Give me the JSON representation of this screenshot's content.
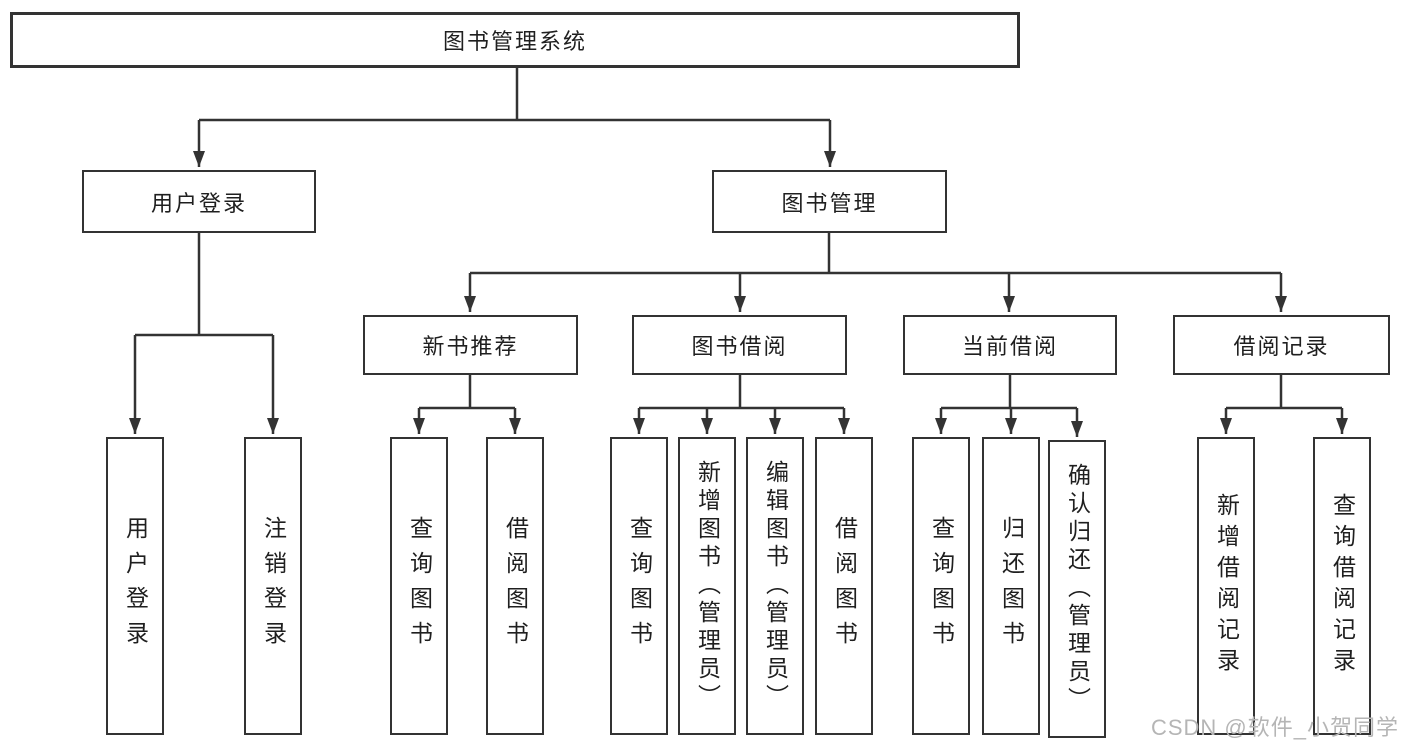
{
  "diagram": {
    "root": {
      "label": "图书管理系统"
    },
    "level2": [
      {
        "label": "用户登录",
        "children": [
          {
            "label": "用户登录"
          },
          {
            "label": "注销登录"
          }
        ]
      },
      {
        "label": "图书管理",
        "children": [
          {
            "label": "新书推荐",
            "children": [
              {
                "label": "查询图书"
              },
              {
                "label": "借阅图书"
              }
            ]
          },
          {
            "label": "图书借阅",
            "children": [
              {
                "label": "查询图书"
              },
              {
                "label": "新增图书（管理员）"
              },
              {
                "label": "编辑图书（管理员）"
              },
              {
                "label": "借阅图书"
              }
            ]
          },
          {
            "label": "当前借阅",
            "children": [
              {
                "label": "查询图书"
              },
              {
                "label": "归还图书"
              },
              {
                "label": "确认归还（管理员）"
              }
            ]
          },
          {
            "label": "借阅记录",
            "children": [
              {
                "label": "新增借阅记录"
              },
              {
                "label": "查询借阅记录"
              }
            ]
          }
        ]
      }
    ]
  },
  "watermark": {
    "text": "CSDN @软件_小贺同学"
  },
  "colors": {
    "line": "#333333",
    "box_border": "#333333",
    "text": "#1f1f1f",
    "watermark": "#b5b5b5",
    "background": "#ffffff"
  }
}
